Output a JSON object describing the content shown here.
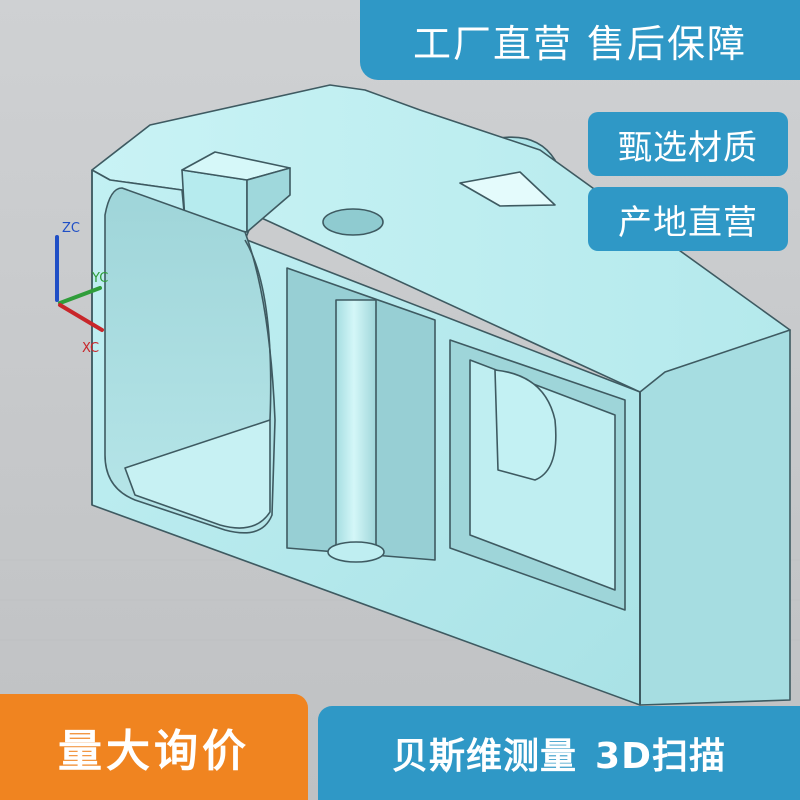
{
  "banners": {
    "top_title": "工厂直营 售后保障",
    "badge_material": "甄选材质",
    "badge_origin": "产地直营",
    "inquiry": "量大询价",
    "service_part1": "贝斯维测量",
    "service_part2": "3D扫描"
  },
  "axis_triad": {
    "z_label": "ZC",
    "y_label": "YC",
    "x_label": "XC"
  },
  "colors": {
    "brand_blue": "#2f98c6",
    "accent_orange": "#f08420",
    "model_face": "#b8ecef",
    "model_edge": "#3e5a61",
    "viewport_bg": "#c9cbcd",
    "axis_z": "#1f4fc6",
    "axis_y": "#2f9d3a",
    "axis_x": "#c8262a"
  }
}
